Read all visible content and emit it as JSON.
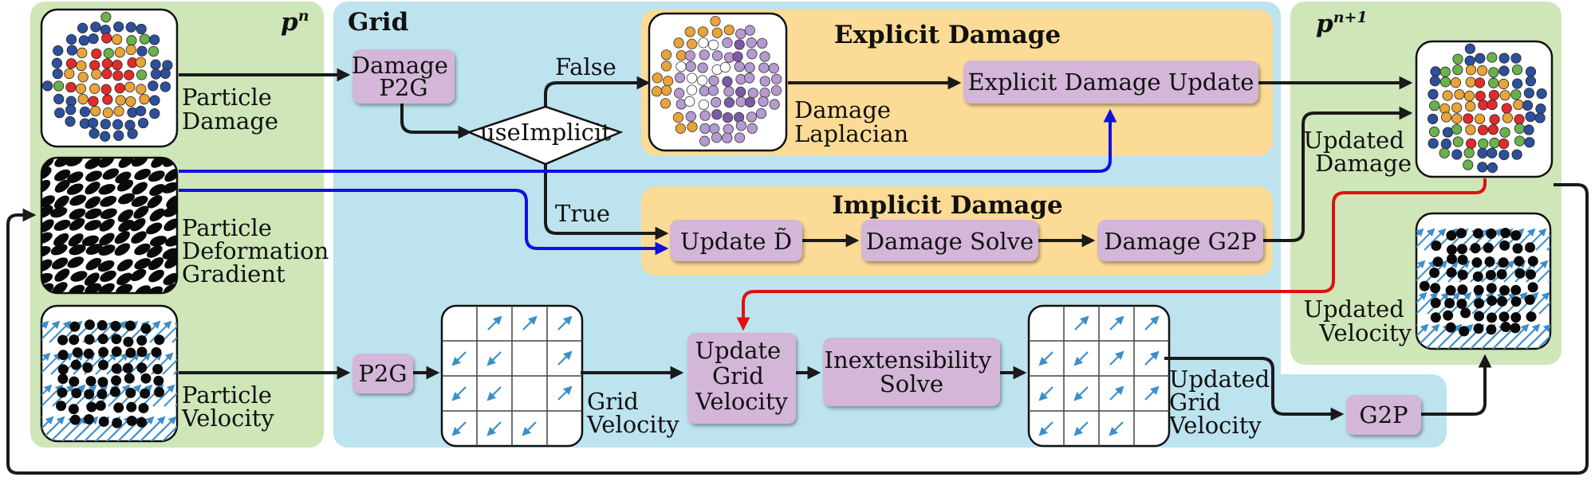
{
  "panels": {
    "pn": {
      "title": "p",
      "sup": "n"
    },
    "grid": {
      "title": "Grid"
    },
    "pn1": {
      "title": "p",
      "sup": "n+1"
    },
    "explicit": {
      "title": "Explicit Damage"
    },
    "implicit": {
      "title": "Implicit Damage"
    }
  },
  "left_labels": {
    "particle_damage": [
      "Particle",
      "Damage"
    ],
    "deformation": [
      "Particle",
      "Deformation",
      "Gradient"
    ],
    "velocity": [
      "Particle",
      "Velocity"
    ]
  },
  "boxes": {
    "damage_p2g": [
      "Damage",
      "P2G"
    ],
    "explicit_update": "Explicit Damage Update",
    "update_d": "Update D̃",
    "damage_solve": "Damage Solve",
    "damage_g2p": "Damage G2P",
    "p2g": "P2G",
    "update_grid_velocity": [
      "Update",
      "Grid",
      "Velocity"
    ],
    "inextensibility": [
      "Inextensibility",
      "Solve"
    ],
    "g2p": "G2P"
  },
  "decision": {
    "label": "useImplicit",
    "false_label": "False",
    "true_label": "True"
  },
  "other_labels": {
    "damage_laplacian": [
      "Damage",
      "Laplacian"
    ],
    "grid_velocity": [
      "Grid",
      "Velocity"
    ],
    "updated_grid_velocity": [
      "Updated",
      "Grid",
      "Velocity"
    ],
    "updated_damage": [
      "Updated",
      "Damage"
    ],
    "updated_velocity": [
      "Updated",
      "Velocity"
    ]
  },
  "colors": {
    "particle_panel": "#cfe6b8",
    "grid_panel": "#bde3ee",
    "damage_panel": "#fcdb96",
    "process_box": "#d3b6d8",
    "blue_arrow": "#1010e0",
    "red_arrow": "#e01010",
    "particle_palette": [
      "#2e4f9a",
      "#e8a33a",
      "#e02b2b",
      "#6ab04c"
    ],
    "laplacian_palette": [
      "#7d5aa6",
      "#b49ad0",
      "#ffffff",
      "#e8a33a"
    ]
  }
}
